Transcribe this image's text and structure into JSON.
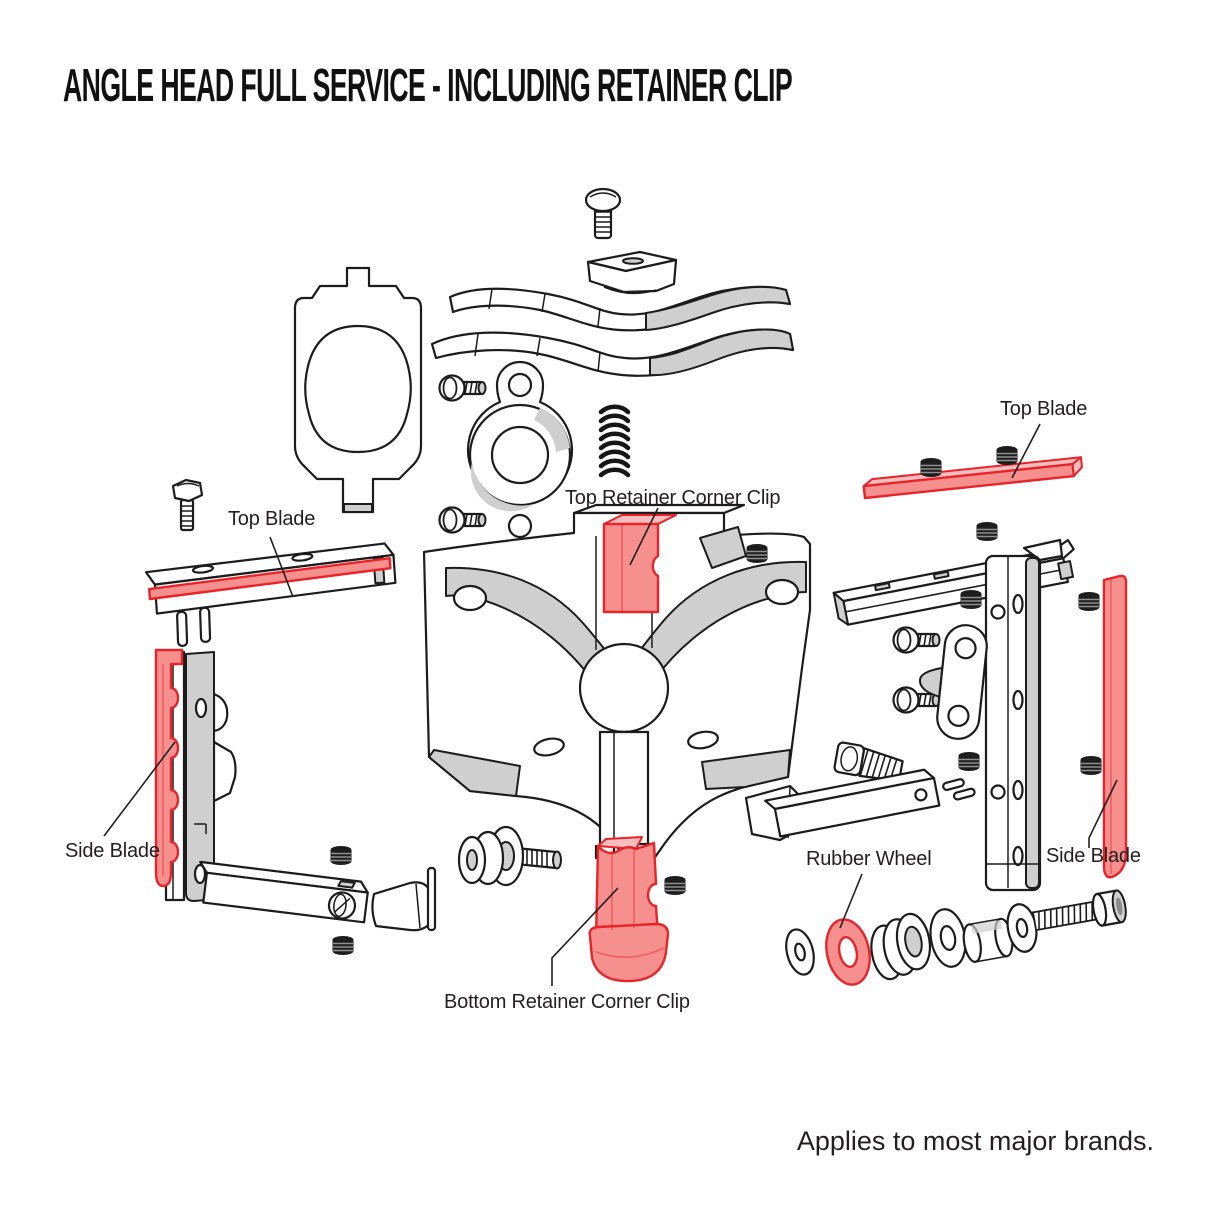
{
  "title": "ANGLE HEAD FULL SERVICE - INCLUDING RETAINER CLIP",
  "labels": {
    "top_blade_left": "Top Blade",
    "top_retainer_corner_clip": "Top Retainer Corner Clip",
    "top_blade_right": "Top Blade",
    "side_blade_left": "Side Blade",
    "side_blade_right": "Side Blade",
    "rubber_wheel": "Rubber Wheel",
    "bottom_retainer_corner_clip": "Bottom Retainer Corner Clip"
  },
  "footer": {
    "note": "Applies to most major brands."
  },
  "highlighted_parts": [
    "Top Blade",
    "Side Blade",
    "Top Retainer Corner Clip",
    "Bottom Retainer Corner Clip",
    "Rubber Wheel"
  ],
  "colors": {
    "highlight_fill": "#f5908f",
    "highlight_light": "#f9bdbd",
    "highlight_stroke": "#e8232a",
    "line": "#1c1c1c",
    "shade": "#cfcfcf",
    "label": "#231f20"
  }
}
